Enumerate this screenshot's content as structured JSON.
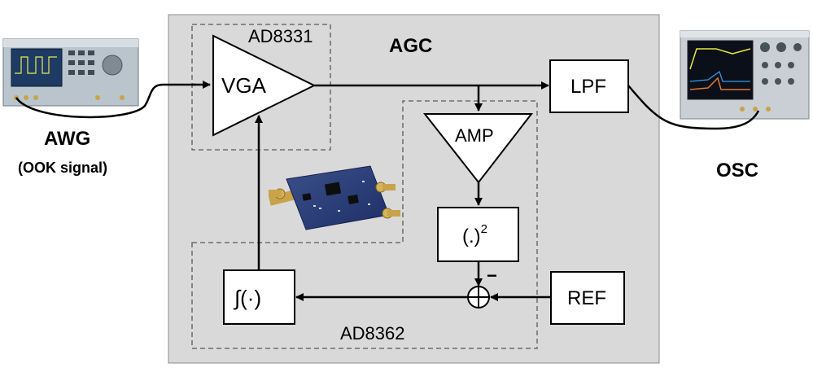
{
  "labels": {
    "agc": "AGC",
    "ad8331": "AD8331",
    "ad8362": "AD8362",
    "vga": "VGA",
    "amp": "AMP",
    "square_base": "(.)",
    "square_exp": "2",
    "lpf": "LPF",
    "ref": "REF",
    "integrator": "∫(·)",
    "minus": "−",
    "awg": "AWG",
    "awg_sub": "(OOK signal)",
    "osc": "OSC"
  },
  "colors": {
    "agc_background": "#d9d9d9",
    "block_fill": "#ffffff",
    "line": "#000000",
    "dashed": "#595959"
  }
}
